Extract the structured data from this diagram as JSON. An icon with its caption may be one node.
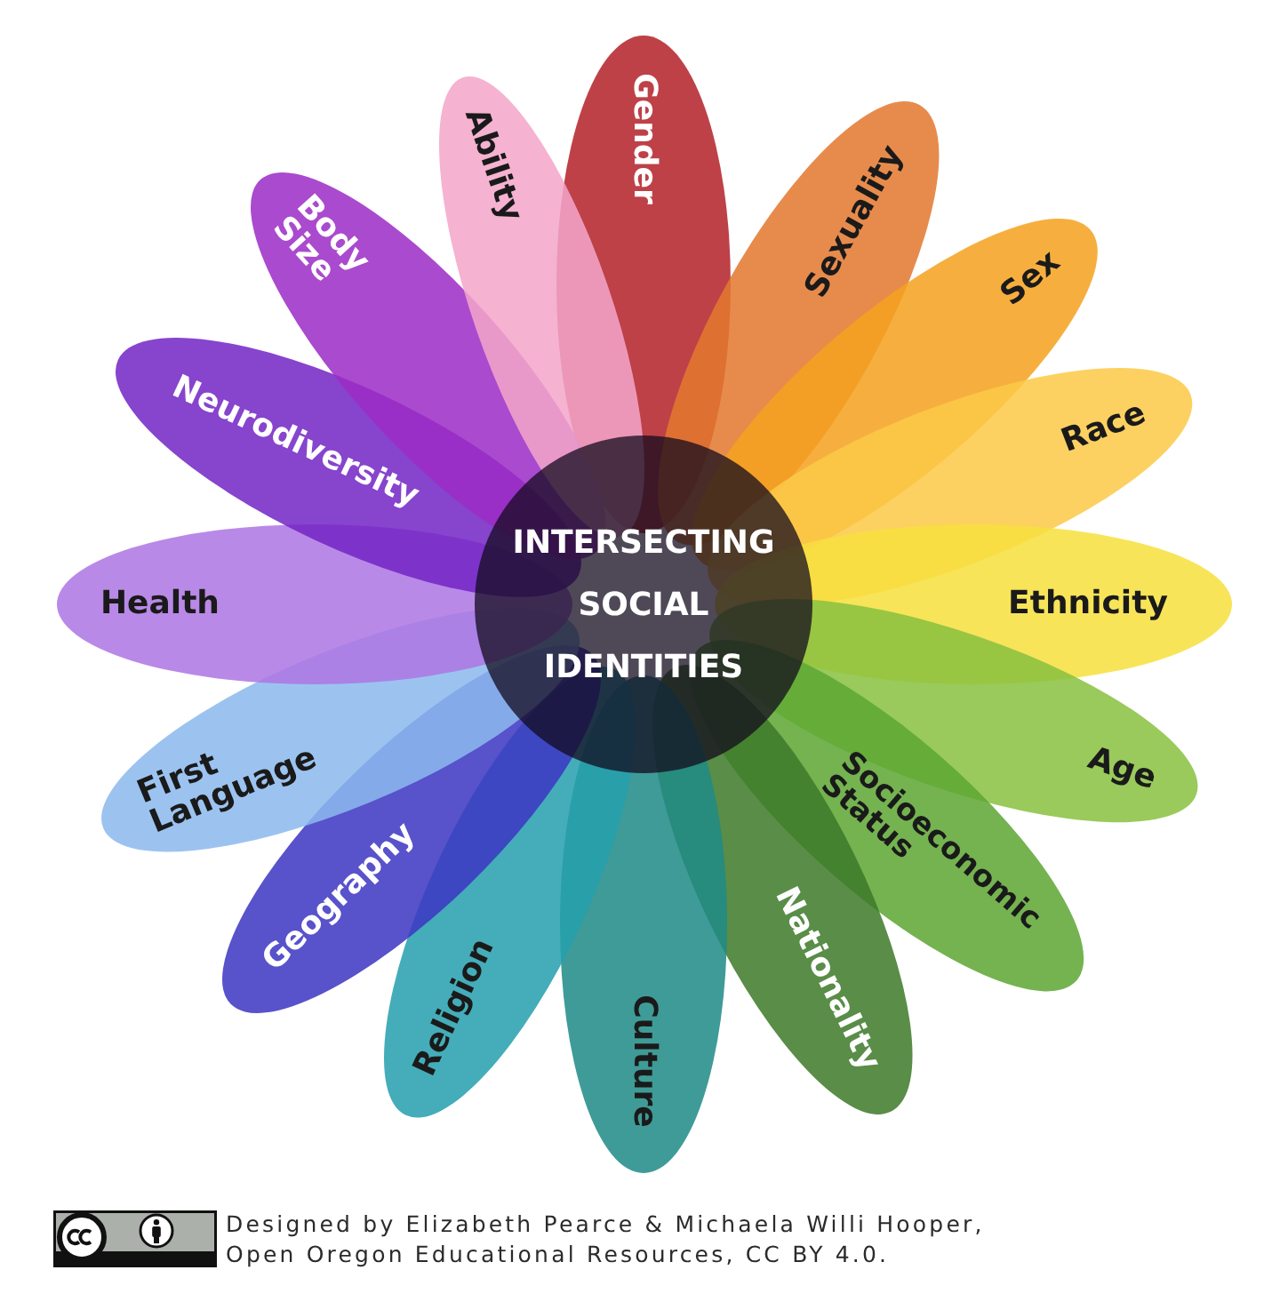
{
  "diagram": {
    "nodes": [
      {
        "text": [
          "INTERSECTING SOCIAL IDENTITIES"
        ]
      },
      {
        "text": [
          "Gender"
        ]
      },
      {
        "text": [
          "Sexuality"
        ]
      },
      {
        "text": [
          "Sex"
        ]
      },
      {
        "text": [
          "Race"
        ]
      },
      {
        "text": [
          "Ethnicity"
        ]
      },
      {
        "text": [
          "Age"
        ]
      },
      {
        "text": [
          "Socioeconomic Status"
        ]
      },
      {
        "text": [
          "Nationality"
        ]
      },
      {
        "text": [
          "Culture"
        ]
      },
      {
        "text": [
          "Religion"
        ]
      },
      {
        "text": [
          "Geography"
        ]
      },
      {
        "text": [
          "First Language"
        ]
      },
      {
        "text": [
          "Health"
        ]
      },
      {
        "text": [
          "Neurodiversity"
        ]
      },
      {
        "text": [
          "Body Size"
        ]
      },
      {
        "text": [
          "Ability"
        ]
      }
    ],
    "labels": [
      "Designed by Elizabeth Pearce & Michaela Willi Hooper, Open Oregon Educational Resources, CC BY 4.0."
    ]
  }
}
